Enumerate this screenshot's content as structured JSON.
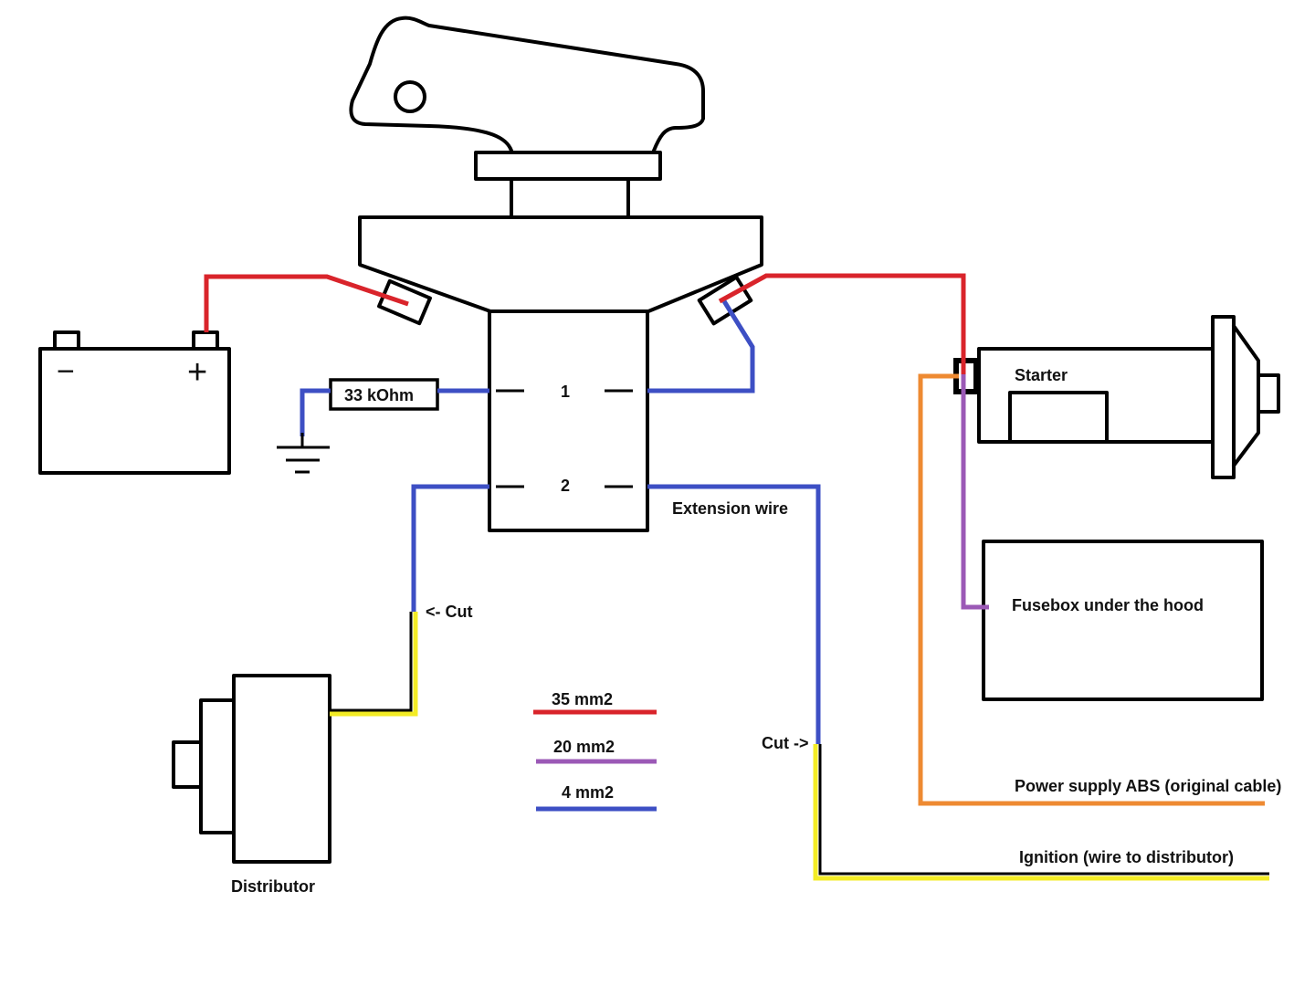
{
  "colors": {
    "red": "#d9242b",
    "blue": "#3d4fc4",
    "purple": "#9b59b6",
    "orange": "#ee8a32",
    "yellow": "#f3ec25",
    "black": "#000000"
  },
  "battery": {
    "minus_symbol": "−",
    "plus_symbol": "+",
    "icon": "battery-icon"
  },
  "switch": {
    "icon": "kill-switch-icon",
    "terminal_1": "1",
    "terminal_2": "2"
  },
  "labels": {
    "resistor": "33 kOhm",
    "extension_wire": "Extension wire",
    "cut_left": "<- Cut",
    "cut_right": "Cut ->",
    "starter": "Starter",
    "fusebox": "Fusebox under the hood",
    "distributor": "Distributor",
    "power_supply_abs": "Power supply ABS (original cable)",
    "ignition": "Ignition (wire to distributor)"
  },
  "legend": [
    {
      "label": "35 mm2",
      "color": "#d9242b"
    },
    {
      "label": "20 mm2",
      "color": "#9b59b6"
    },
    {
      "label": "4 mm2",
      "color": "#3d4fc4"
    }
  ],
  "icons": {
    "ground": "ground-icon",
    "starter": "starter-motor-icon",
    "distributor": "distributor-icon"
  }
}
